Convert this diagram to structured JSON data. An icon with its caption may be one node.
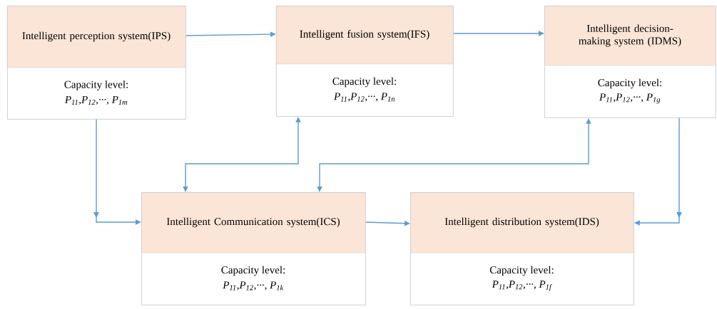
{
  "diagram": {
    "nodes": [
      {
        "text": [
          "Intelligent perception system(IPS)",
          "Capacity level:",
          "P$_{11}$,P$_{12}$,···, P$_{1m}$"
        ]
      },
      {
        "text": [
          "Intelligent fusion system(IFS)",
          "Capacity level:",
          "P$_{11}$,P$_{12}$,···, P$_{1n}$"
        ]
      },
      {
        "text": [
          "Intelligent decision-making system (IDMS)",
          "Capacity level:",
          "P$_{11}$,P$_{12}$,···, P$_{1g}$"
        ]
      },
      {
        "text": [
          "Intelligent Communication system(ICS)",
          "Capacity level:",
          "P$_{11}$,P$_{12}$,···, P$_{1k}$"
        ]
      },
      {
        "text": [
          "Intelligent distribution system(IDS)",
          "Capacity level:",
          "P$_{11}$,P$_{12}$,···, P$_{1f}$"
        ]
      }
    ],
    "edges": [
      {
        "from": 0,
        "to": 1,
        "arrow": "to"
      },
      {
        "from": 1,
        "to": 2,
        "arrow": "to"
      },
      {
        "from": 0,
        "to": 3,
        "arrow": "to"
      },
      {
        "from": 3,
        "to": 1,
        "arrow": "both"
      },
      {
        "from": 3,
        "to": 2,
        "arrow": "both"
      },
      {
        "from": 3,
        "to": 4,
        "arrow": "to"
      },
      {
        "from": 2,
        "to": 4,
        "arrow": "to"
      }
    ]
  }
}
